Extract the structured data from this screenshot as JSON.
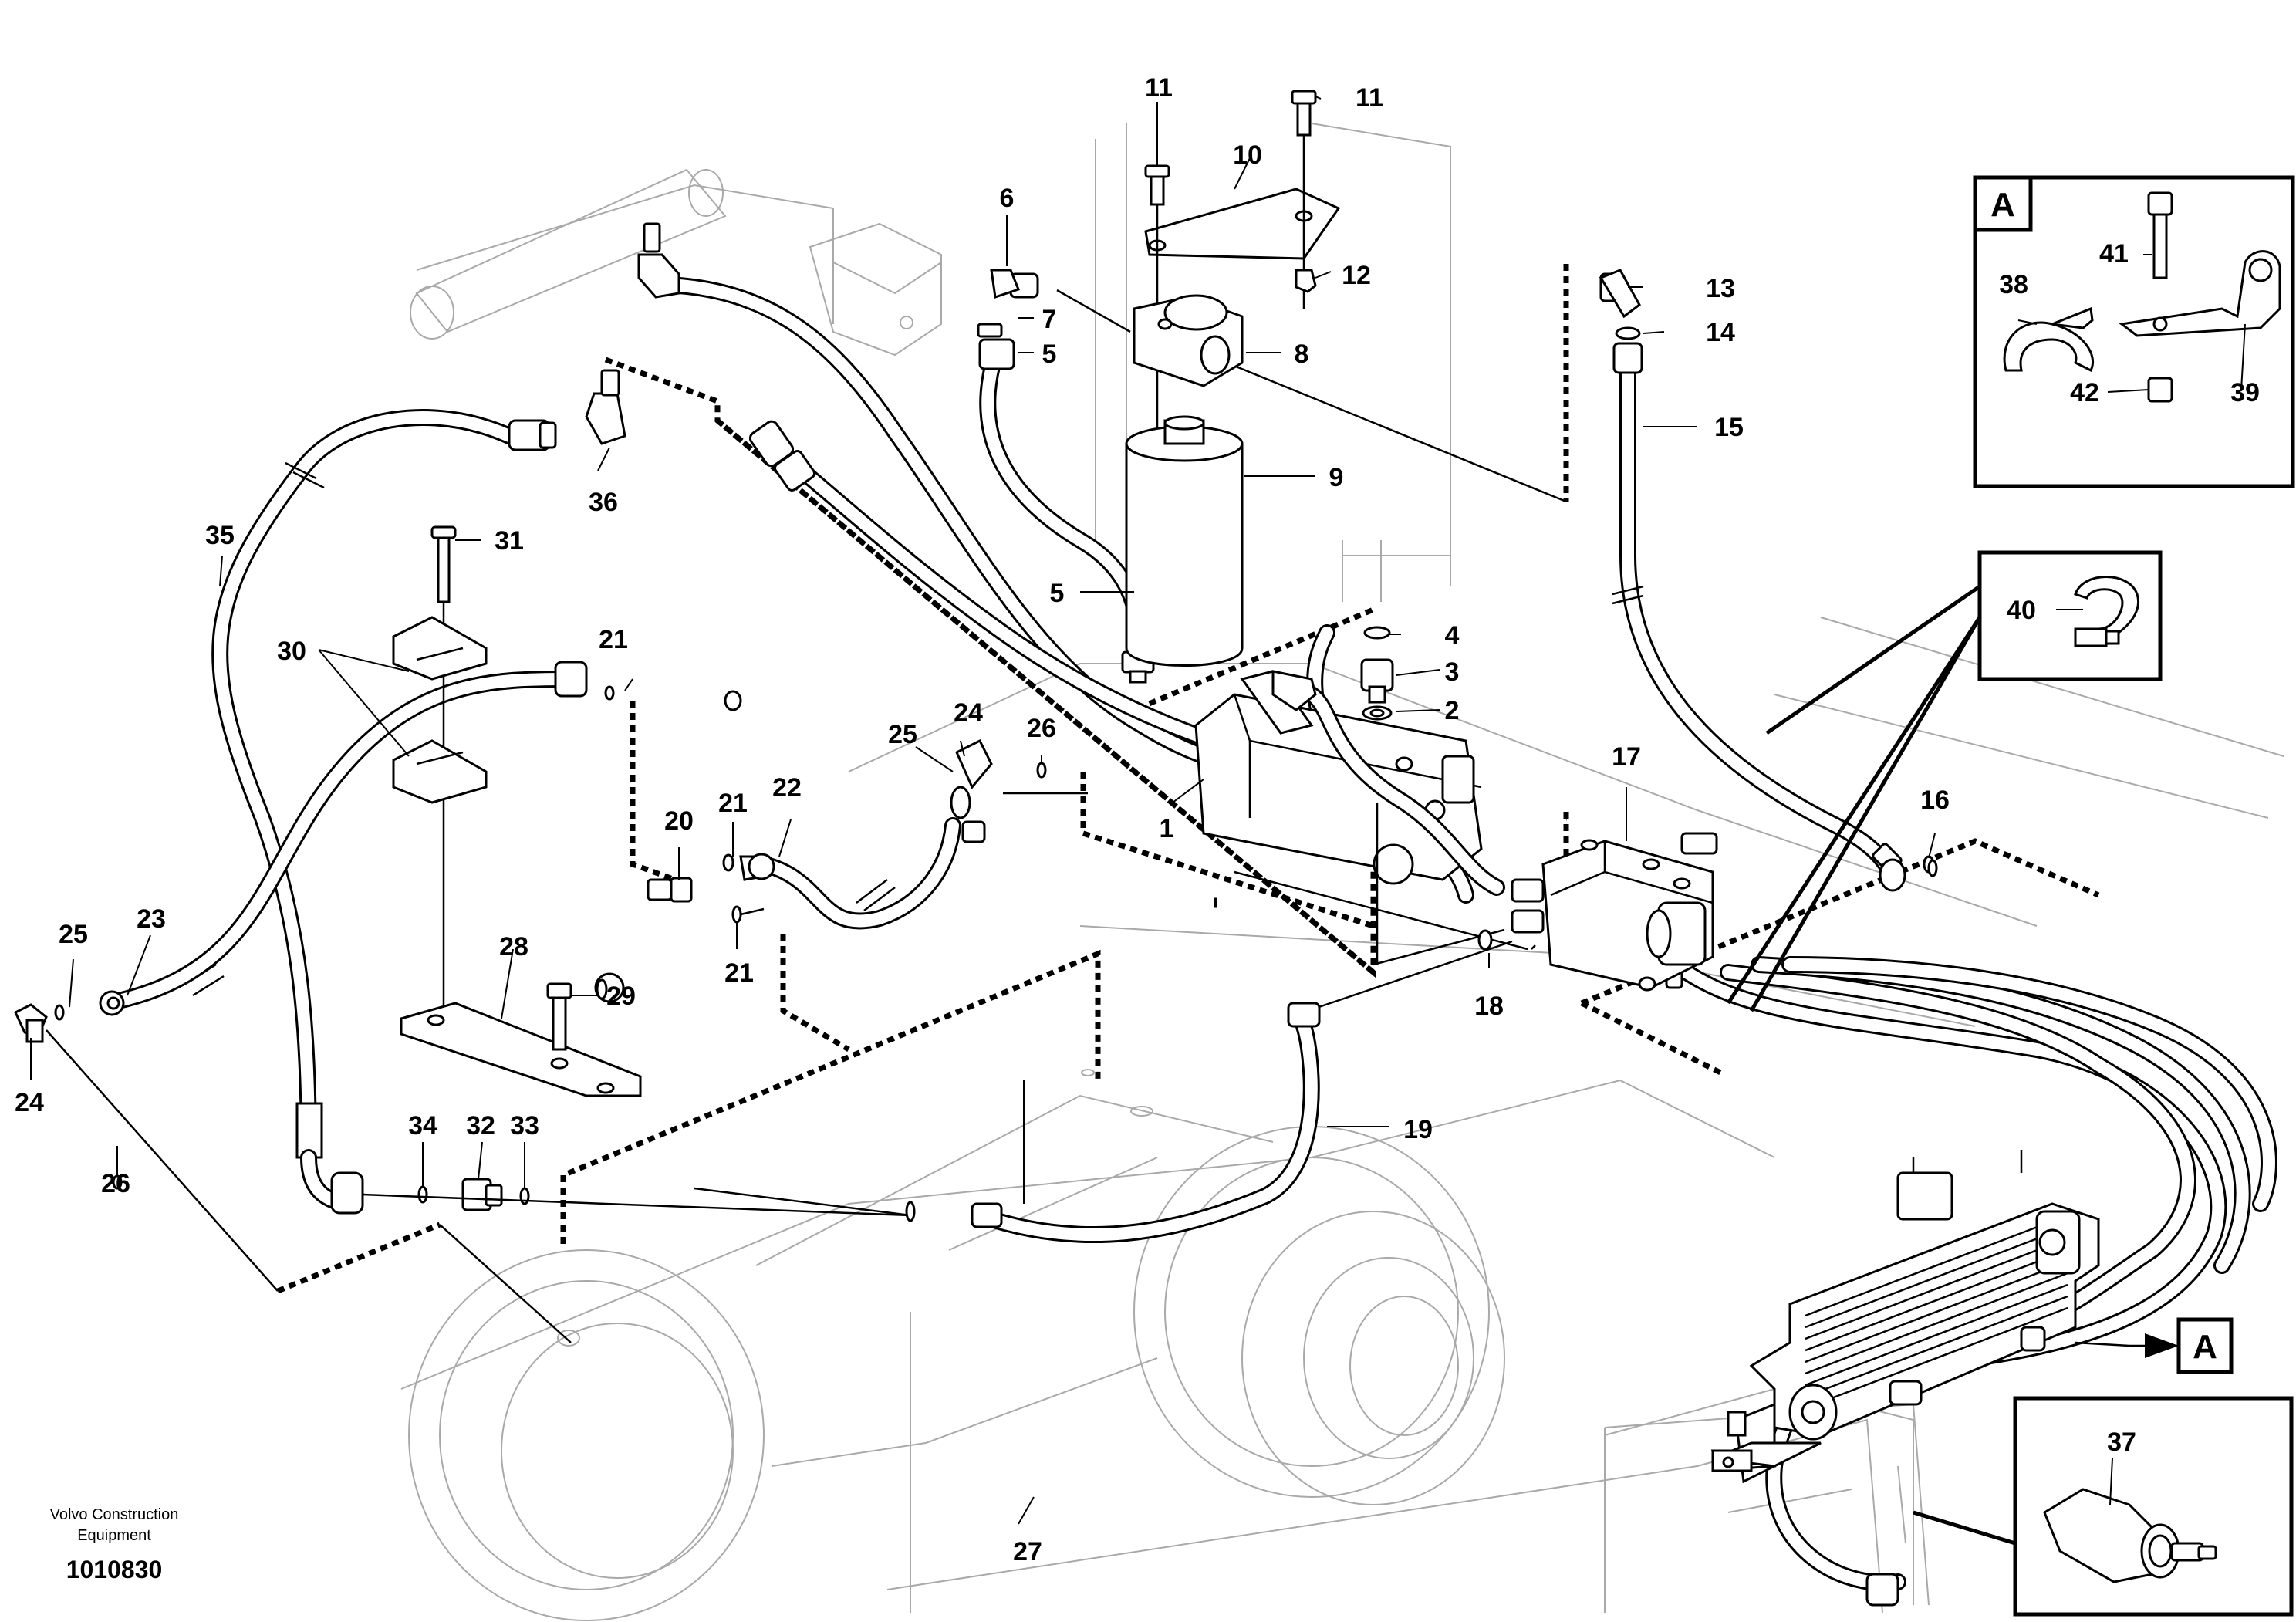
{
  "document": {
    "brand_line1": "Volvo Construction",
    "brand_line2": "Equipment",
    "drawing_number": "1010830"
  },
  "detail_a": {
    "letter": "A",
    "callout_letter": "A"
  },
  "callouts": [
    {
      "id": "c1",
      "text": "1"
    },
    {
      "id": "c2",
      "text": "2"
    },
    {
      "id": "c3",
      "text": "3"
    },
    {
      "id": "c4",
      "text": "4"
    },
    {
      "id": "c5a",
      "text": "5"
    },
    {
      "id": "c5b",
      "text": "5"
    },
    {
      "id": "c6",
      "text": "6"
    },
    {
      "id": "c7",
      "text": "7"
    },
    {
      "id": "c8",
      "text": "8"
    },
    {
      "id": "c9",
      "text": "9"
    },
    {
      "id": "c10",
      "text": "10"
    },
    {
      "id": "c11a",
      "text": "11"
    },
    {
      "id": "c11b",
      "text": "11"
    },
    {
      "id": "c12",
      "text": "12"
    },
    {
      "id": "c13",
      "text": "13"
    },
    {
      "id": "c14",
      "text": "14"
    },
    {
      "id": "c15",
      "text": "15"
    },
    {
      "id": "c16",
      "text": "16"
    },
    {
      "id": "c17",
      "text": "17"
    },
    {
      "id": "c18",
      "text": "18"
    },
    {
      "id": "c19",
      "text": "19"
    },
    {
      "id": "c20",
      "text": "20"
    },
    {
      "id": "c21a",
      "text": "21"
    },
    {
      "id": "c21b",
      "text": "21"
    },
    {
      "id": "c21c",
      "text": "21"
    },
    {
      "id": "c22",
      "text": "22"
    },
    {
      "id": "c23",
      "text": "23"
    },
    {
      "id": "c24a",
      "text": "24"
    },
    {
      "id": "c24b",
      "text": "24"
    },
    {
      "id": "c25a",
      "text": "25"
    },
    {
      "id": "c25b",
      "text": "25"
    },
    {
      "id": "c26a",
      "text": "26"
    },
    {
      "id": "c26b",
      "text": "26"
    },
    {
      "id": "c27",
      "text": "27"
    },
    {
      "id": "c28",
      "text": "28"
    },
    {
      "id": "c29",
      "text": "29"
    },
    {
      "id": "c30",
      "text": "30"
    },
    {
      "id": "c31",
      "text": "31"
    },
    {
      "id": "c32",
      "text": "32"
    },
    {
      "id": "c33",
      "text": "33"
    },
    {
      "id": "c34",
      "text": "34"
    },
    {
      "id": "c35",
      "text": "35"
    },
    {
      "id": "c36",
      "text": "36"
    },
    {
      "id": "c37",
      "text": "37"
    },
    {
      "id": "c38",
      "text": "38"
    },
    {
      "id": "c39",
      "text": "39"
    },
    {
      "id": "c40",
      "text": "40"
    },
    {
      "id": "c41",
      "text": "41"
    },
    {
      "id": "c42",
      "text": "42"
    }
  ]
}
